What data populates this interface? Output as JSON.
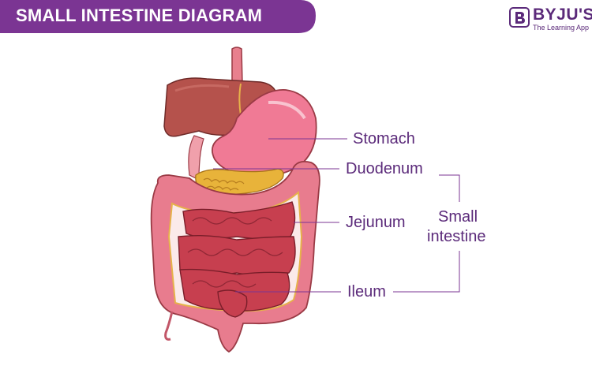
{
  "banner": {
    "title": "SMALL INTESTINE DIAGRAM",
    "color": "#7b3593"
  },
  "logo": {
    "name": "BYJU'S",
    "tagline": "The Learning App",
    "icon": "byjus-b-icon",
    "color": "#5b2a7a"
  },
  "labels": {
    "stomach": "Stomach",
    "duodenum": "Duodenum",
    "jejunum": "Jejunum",
    "ileum": "Ileum",
    "group_line1": "Small",
    "group_line2": "intestine"
  },
  "colors": {
    "label_text": "#5b2a7a",
    "leader_line": "#7b3593",
    "liver": "#b5524c",
    "stomach": "#f07a95",
    "pancreas": "#e8b33a",
    "small_intestine": "#c73f4f",
    "large_intestine": "#e87c8e"
  }
}
